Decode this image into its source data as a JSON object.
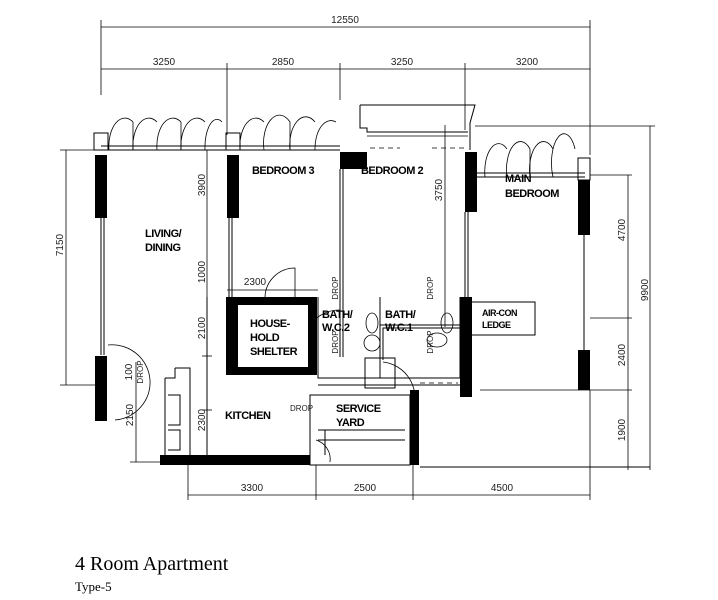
{
  "dimensions": {
    "overall_width": "12550",
    "top": [
      "3250",
      "2850",
      "3250",
      "3200"
    ],
    "bottom": [
      "3300",
      "2500",
      "4500"
    ],
    "left_overall": "7150",
    "left_entrance": "2150",
    "entrance_step": "100",
    "inner_vertical": [
      "3900",
      "1000",
      "2100",
      "2300"
    ],
    "bedroom2_depth": "3750",
    "right": [
      "4700",
      "2400",
      "1900"
    ],
    "right_overall": "9900",
    "shelter_width": "2300"
  },
  "rooms": {
    "bedroom3": "BEDROOM 3",
    "bedroom2": "BEDROOM 2",
    "main_bedroom": [
      "MAIN",
      "BEDROOM"
    ],
    "living_dining": [
      "LIVING/",
      "DINING"
    ],
    "household_shelter": [
      "HOUSE-",
      "HOLD",
      "SHELTER"
    ],
    "bath2": [
      "BATH/",
      "W.C.2"
    ],
    "bath1": [
      "BATH/",
      "W.C.1"
    ],
    "aircon_ledge": [
      "AIR-CON",
      "LEDGE"
    ],
    "kitchen": "KITCHEN",
    "service_yard": [
      "SERVICE",
      "YARD"
    ]
  },
  "drop_label": "DROP",
  "caption": {
    "title": "4 Room Apartment",
    "type": "Type-5"
  }
}
